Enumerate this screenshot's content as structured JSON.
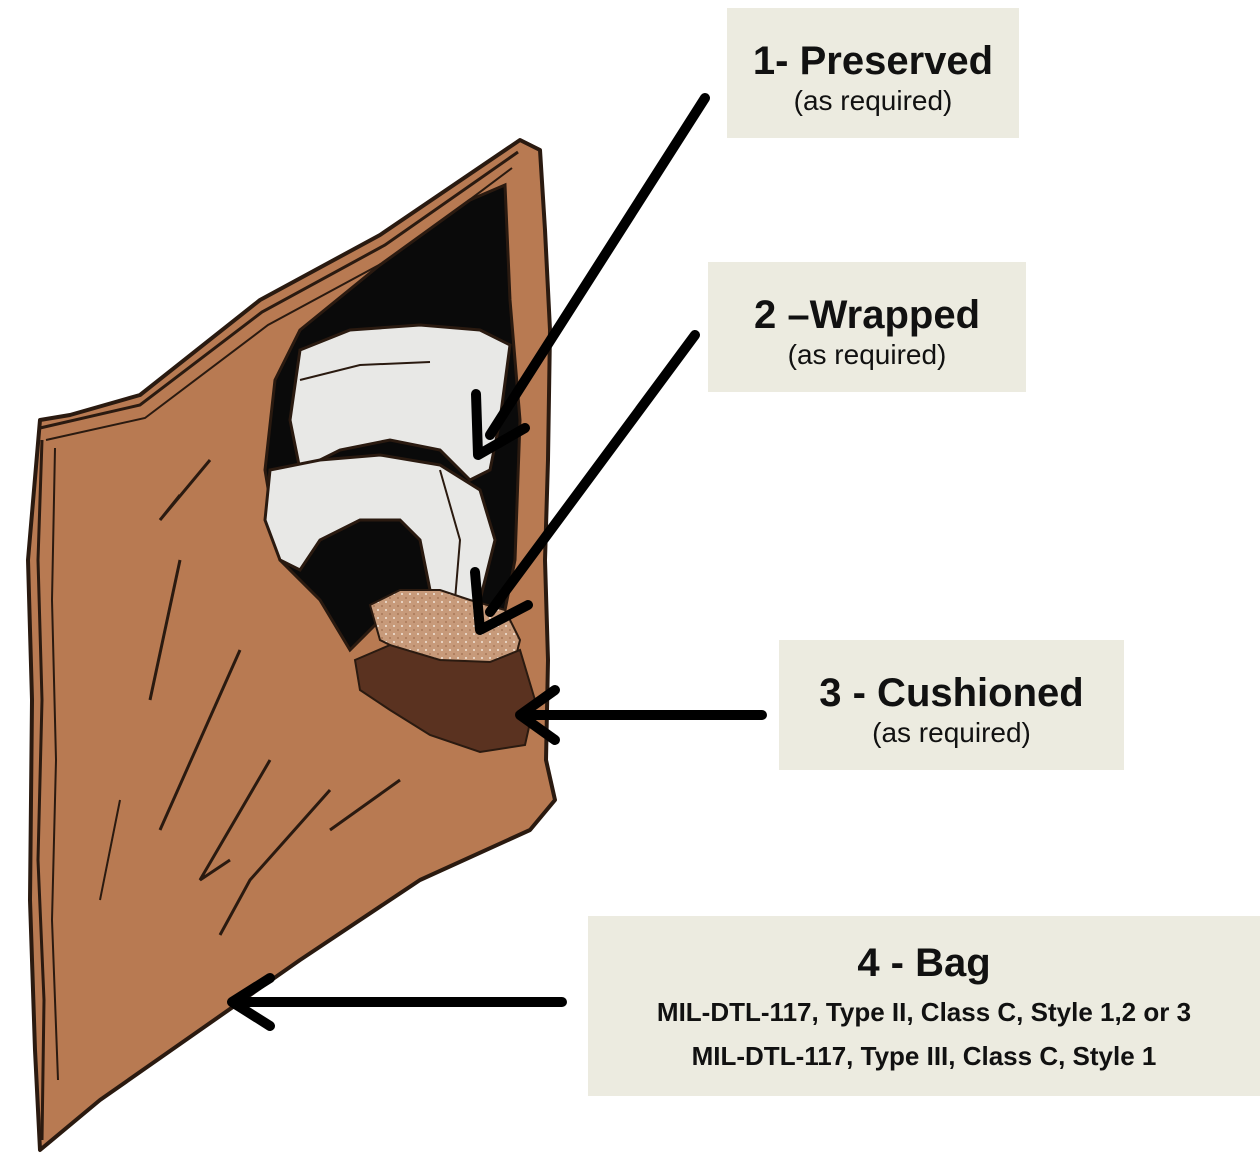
{
  "illustration": {
    "colors": {
      "bag": "#b87a52",
      "bag_outline": "#2a1a10",
      "preserved_wrap": "#e8e8e6",
      "interior_shadow": "#0a0a0a",
      "cushion_light": "#c79a7a",
      "cushion_dark": "#5a3220",
      "label_background": "#ecebe0",
      "arrow": "#000000"
    }
  },
  "labels": [
    {
      "title": "1- Preserved",
      "subtitle": "(as required)"
    },
    {
      "title": "2 –Wrapped",
      "subtitle": "(as required)"
    },
    {
      "title": "3 - Cushioned",
      "subtitle": "(as required)"
    },
    {
      "title": "4 - Bag",
      "lines": [
        "MIL-DTL-117, Type II, Class C, Style 1,2 or 3",
        "MIL-DTL-117, Type III, Class C, Style 1"
      ]
    }
  ]
}
